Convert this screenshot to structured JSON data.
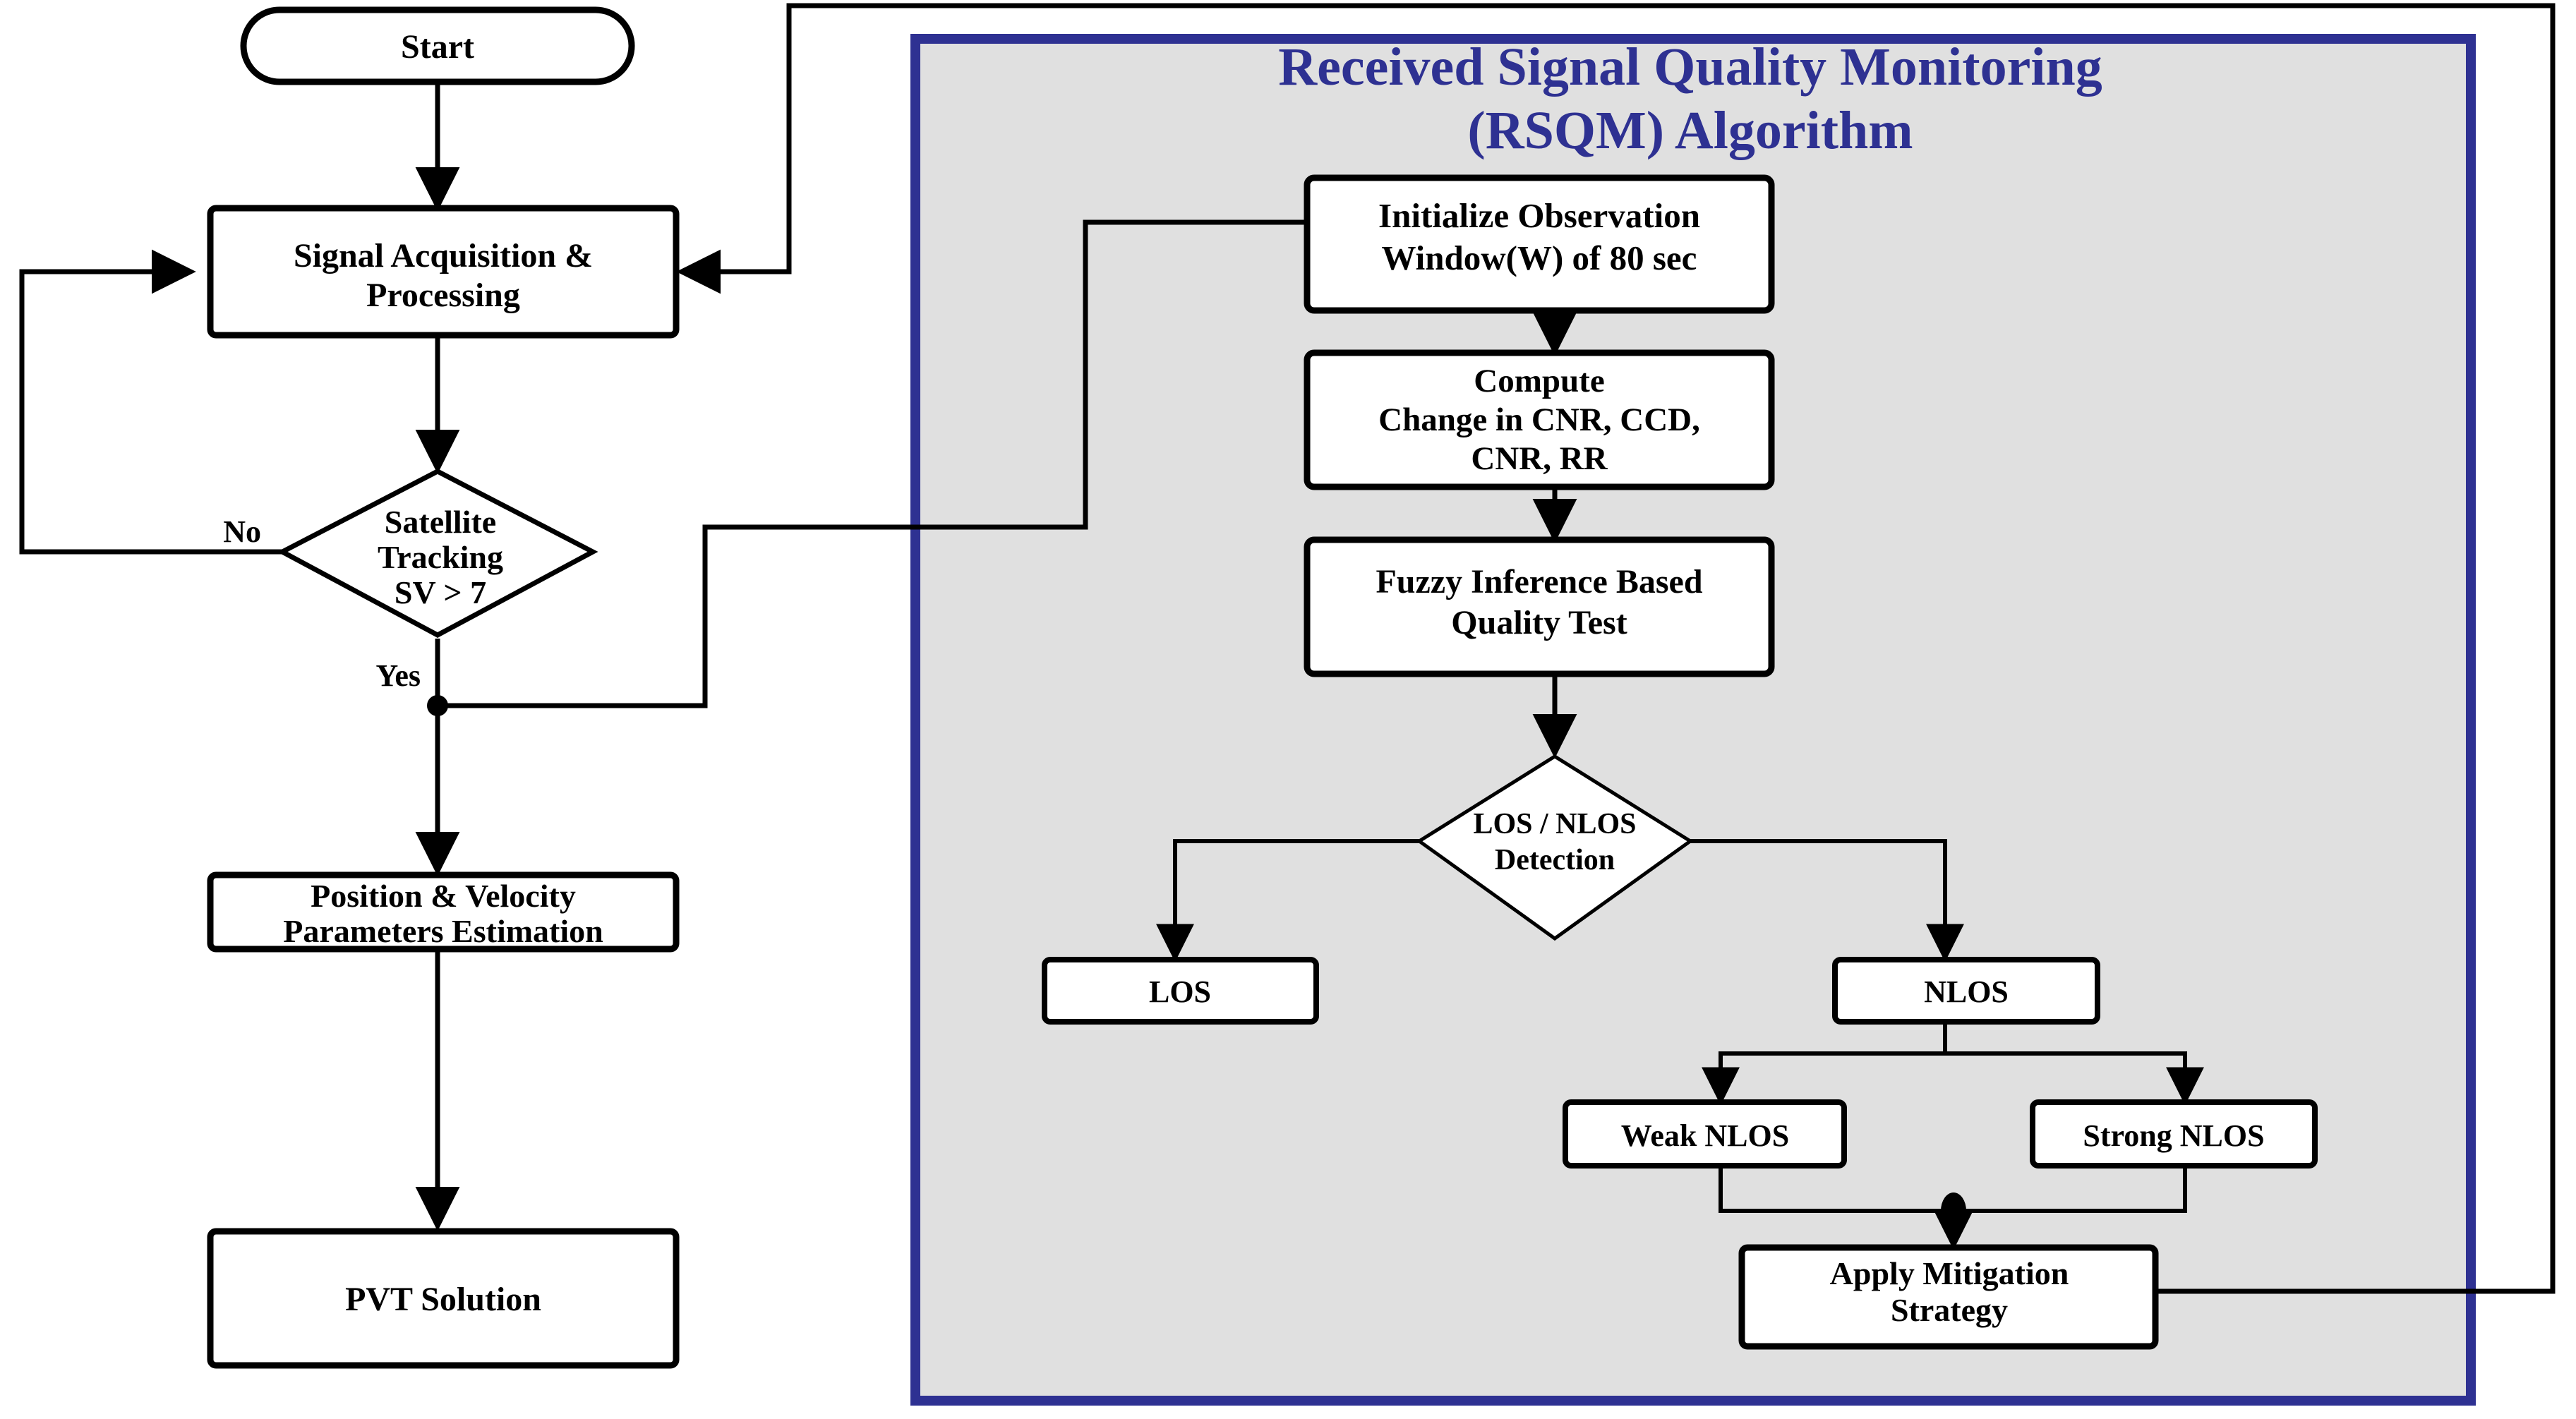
{
  "diagram": {
    "type": "flowchart",
    "title_panel": {
      "title_line1": "Received Signal Quality Monitoring",
      "title_line2": "(RSQM) Algorithm",
      "accent_color": "#2e3192",
      "background_color": "#e0e0e0"
    },
    "main_flow": {
      "nodes": [
        {
          "id": "start",
          "label": "Start",
          "shape": "stadium"
        },
        {
          "id": "acq",
          "label_line1": "Signal Acquisition &",
          "label_line2": "Processing",
          "shape": "rect"
        },
        {
          "id": "sat",
          "label_line1": "Satellite",
          "label_line2": "Tracking",
          "label_line3": "SV > 7",
          "shape": "diamond"
        },
        {
          "id": "pos",
          "label_line1": "Position & Velocity",
          "label_line2": "Parameters Estimation",
          "shape": "rect"
        },
        {
          "id": "pvt",
          "label": "PVT Solution",
          "shape": "rect"
        }
      ],
      "edge_labels": {
        "no": "No",
        "yes": "Yes"
      }
    },
    "rsqm_flow": {
      "nodes": [
        {
          "id": "init",
          "label_line1": "Initialize Observation",
          "label_line2": "Window(W) of 80 sec",
          "shape": "rect"
        },
        {
          "id": "comp",
          "label_line1": "Compute",
          "label_line2": "Change in CNR, CCD,",
          "label_line3": "CNR, RR",
          "shape": "rect"
        },
        {
          "id": "fuzzy",
          "label_line1": "Fuzzy Inference Based",
          "label_line2": "Quality Test",
          "shape": "rect"
        },
        {
          "id": "detect",
          "label_line1": "LOS /  NLOS",
          "label_line2": "Detection",
          "shape": "diamond"
        },
        {
          "id": "los",
          "label": "LOS",
          "shape": "rect"
        },
        {
          "id": "nlos",
          "label": "NLOS",
          "shape": "rect"
        },
        {
          "id": "weak",
          "label": "Weak NLOS",
          "shape": "rect"
        },
        {
          "id": "strong",
          "label": "Strong NLOS",
          "shape": "rect"
        },
        {
          "id": "mit",
          "label_line1": "Apply Mitigation",
          "label_line2": "Strategy",
          "shape": "rect"
        }
      ]
    }
  }
}
